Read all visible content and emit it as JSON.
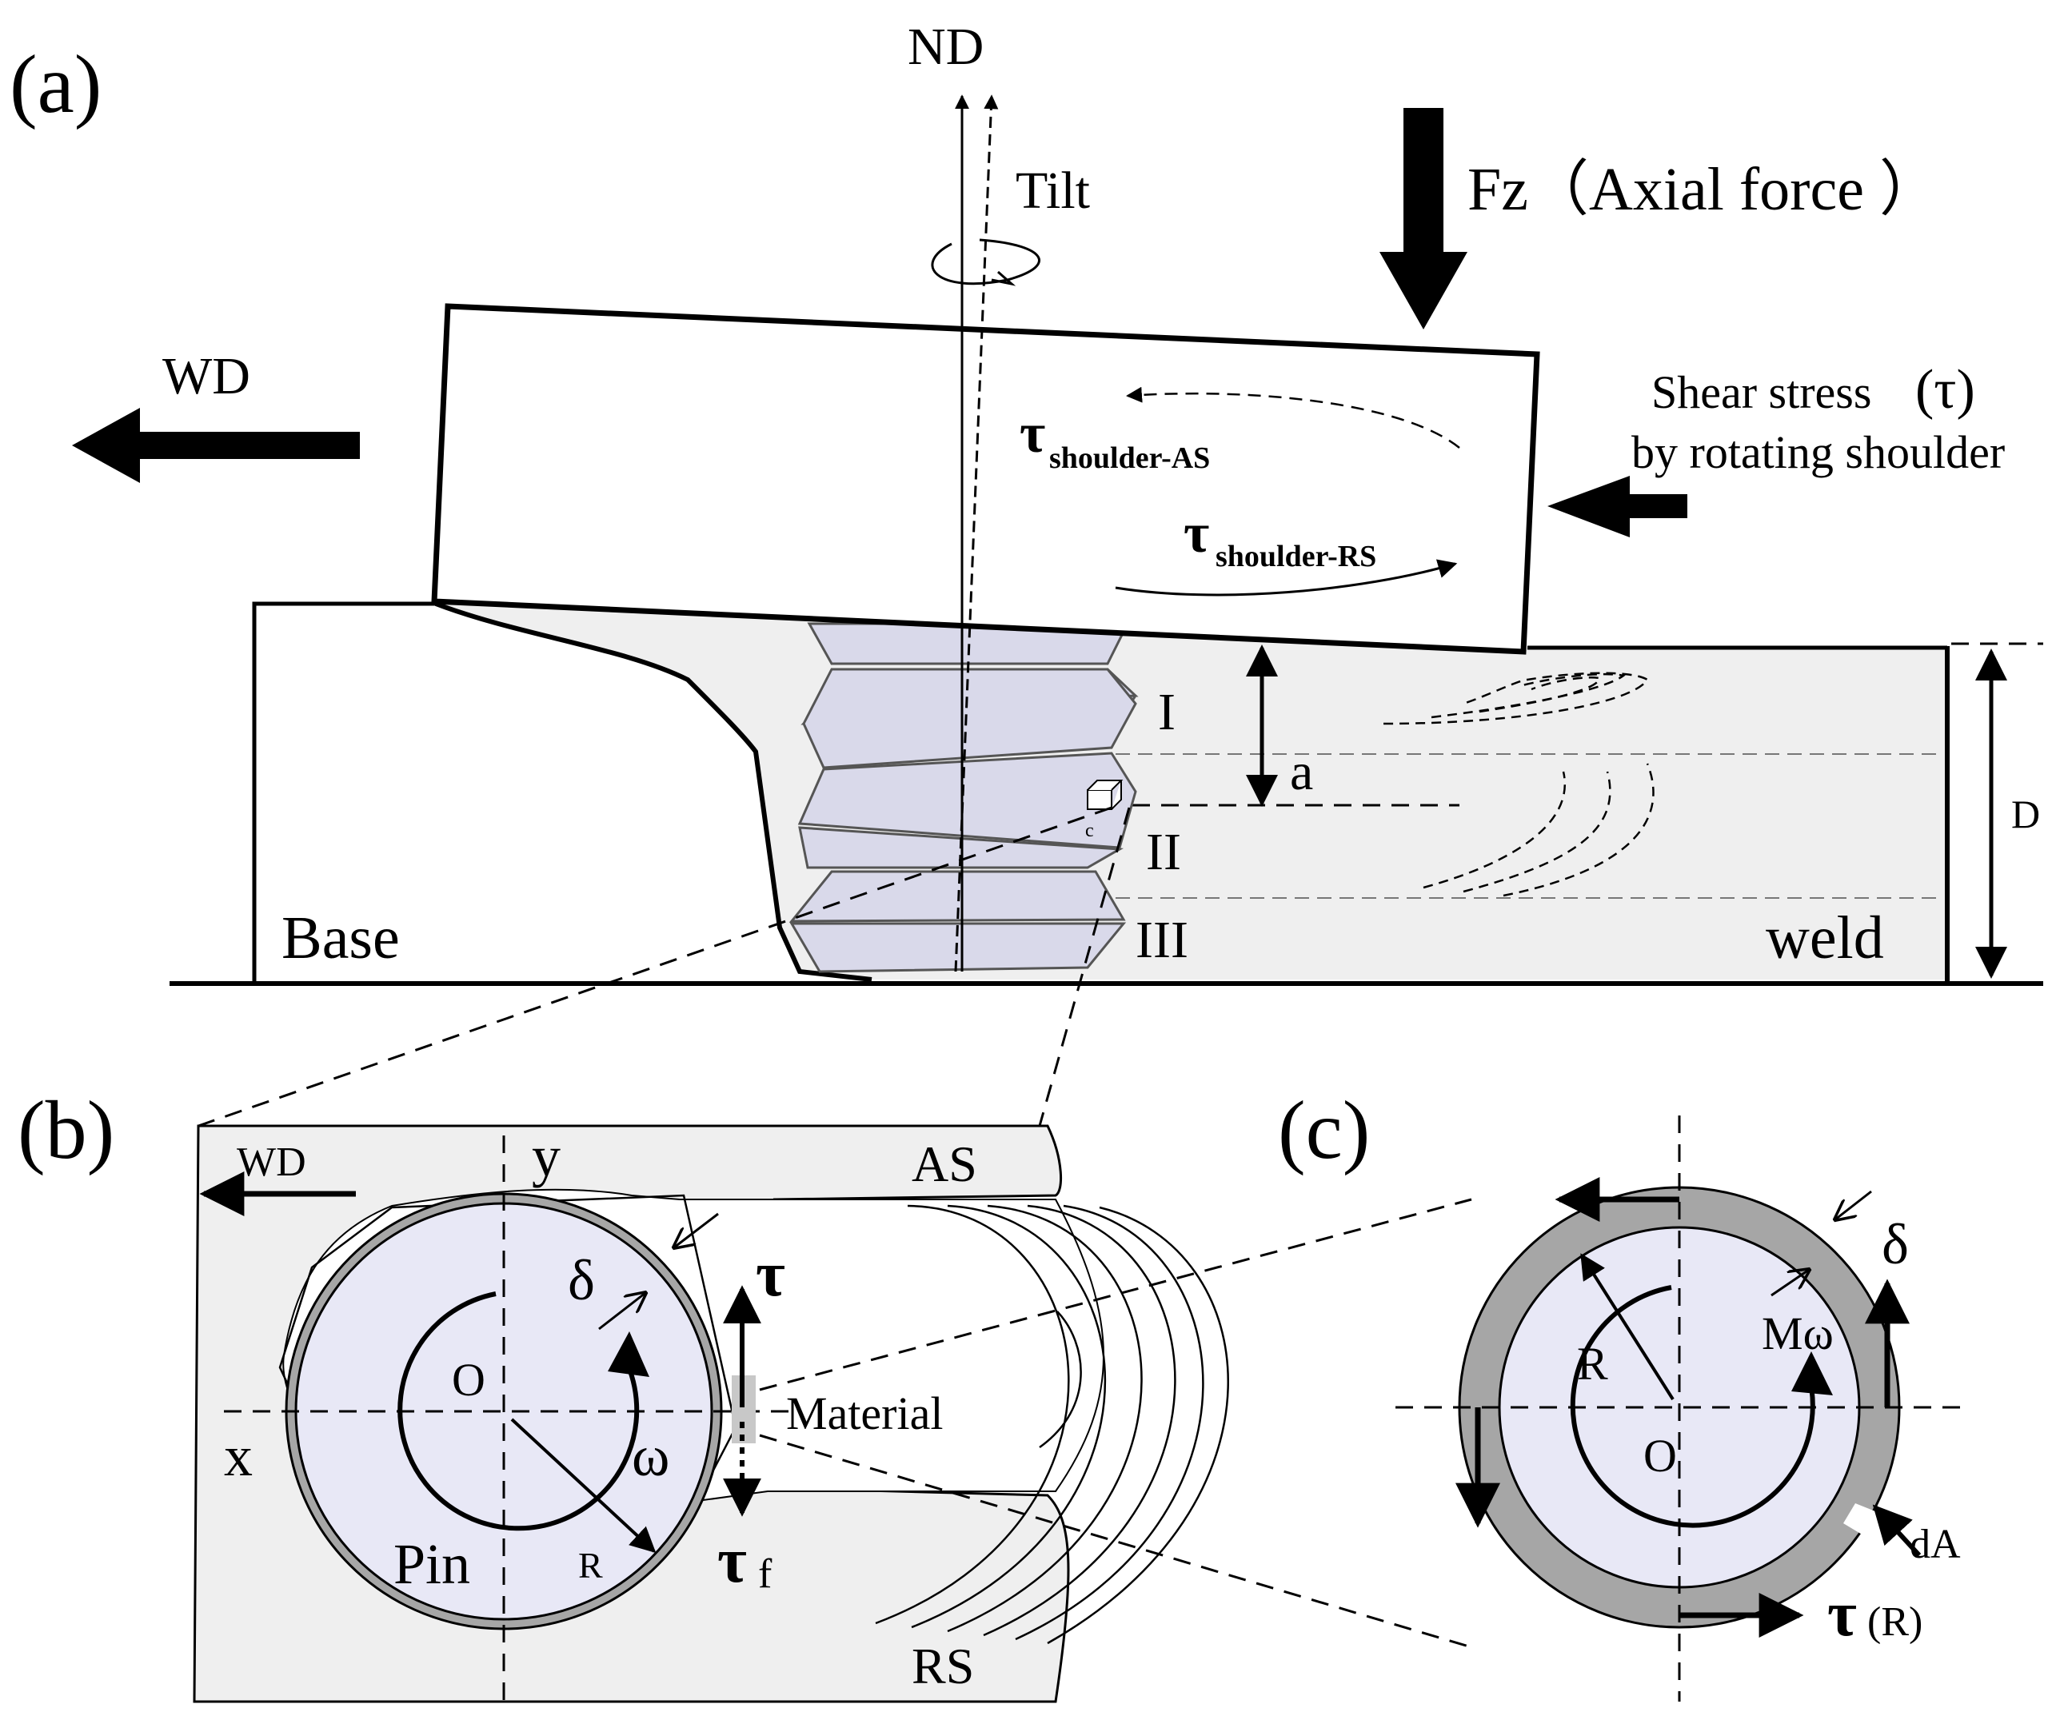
{
  "panel_a": {
    "tag": "(a)",
    "nd_label": "ND",
    "tilt_label": "Tilt",
    "fz_label": "Fz（Axial force ）",
    "wd_label": "WD",
    "shear_line1": "Shear stress",
    "shear_tau": "(τ)",
    "shear_line2": "by rotating shoulder",
    "tau_sym": "τ",
    "tau_as_sub": "shoulder-AS",
    "tau_rs_sub": "shoulder-RS",
    "zone_1": "I",
    "zone_2": "II",
    "zone_3": "III",
    "a_label": "a",
    "d_label": "D",
    "c_label": "c",
    "base_label": "Base",
    "weld_label": "weld"
  },
  "panel_b": {
    "tag": "(b)",
    "wd_label": "WD",
    "y_label": "y",
    "x_label": "x",
    "o_label": "O",
    "as_label": "AS",
    "rs_label": "RS",
    "delta_label": "δ",
    "tau_label": "τ",
    "tauf_main": "τ",
    "tauf_sub": "f",
    "material_label": "Material",
    "omega_label": "ω",
    "pin_label": "Pin",
    "r_label": "R"
  },
  "panel_c": {
    "tag": "(c)",
    "delta_label": "δ",
    "r_label": "R",
    "momega_label": "Mω",
    "o_label": "O",
    "da_label": "dA",
    "taur_main": "τ",
    "taur_sub": "(R)"
  },
  "colors": {
    "weld_fill": "#efefef",
    "pin_fill": "#e8e8f6",
    "thread_fill": "#d9d9ea",
    "layer_gray": "#a6a6a6",
    "line": "#000000"
  }
}
